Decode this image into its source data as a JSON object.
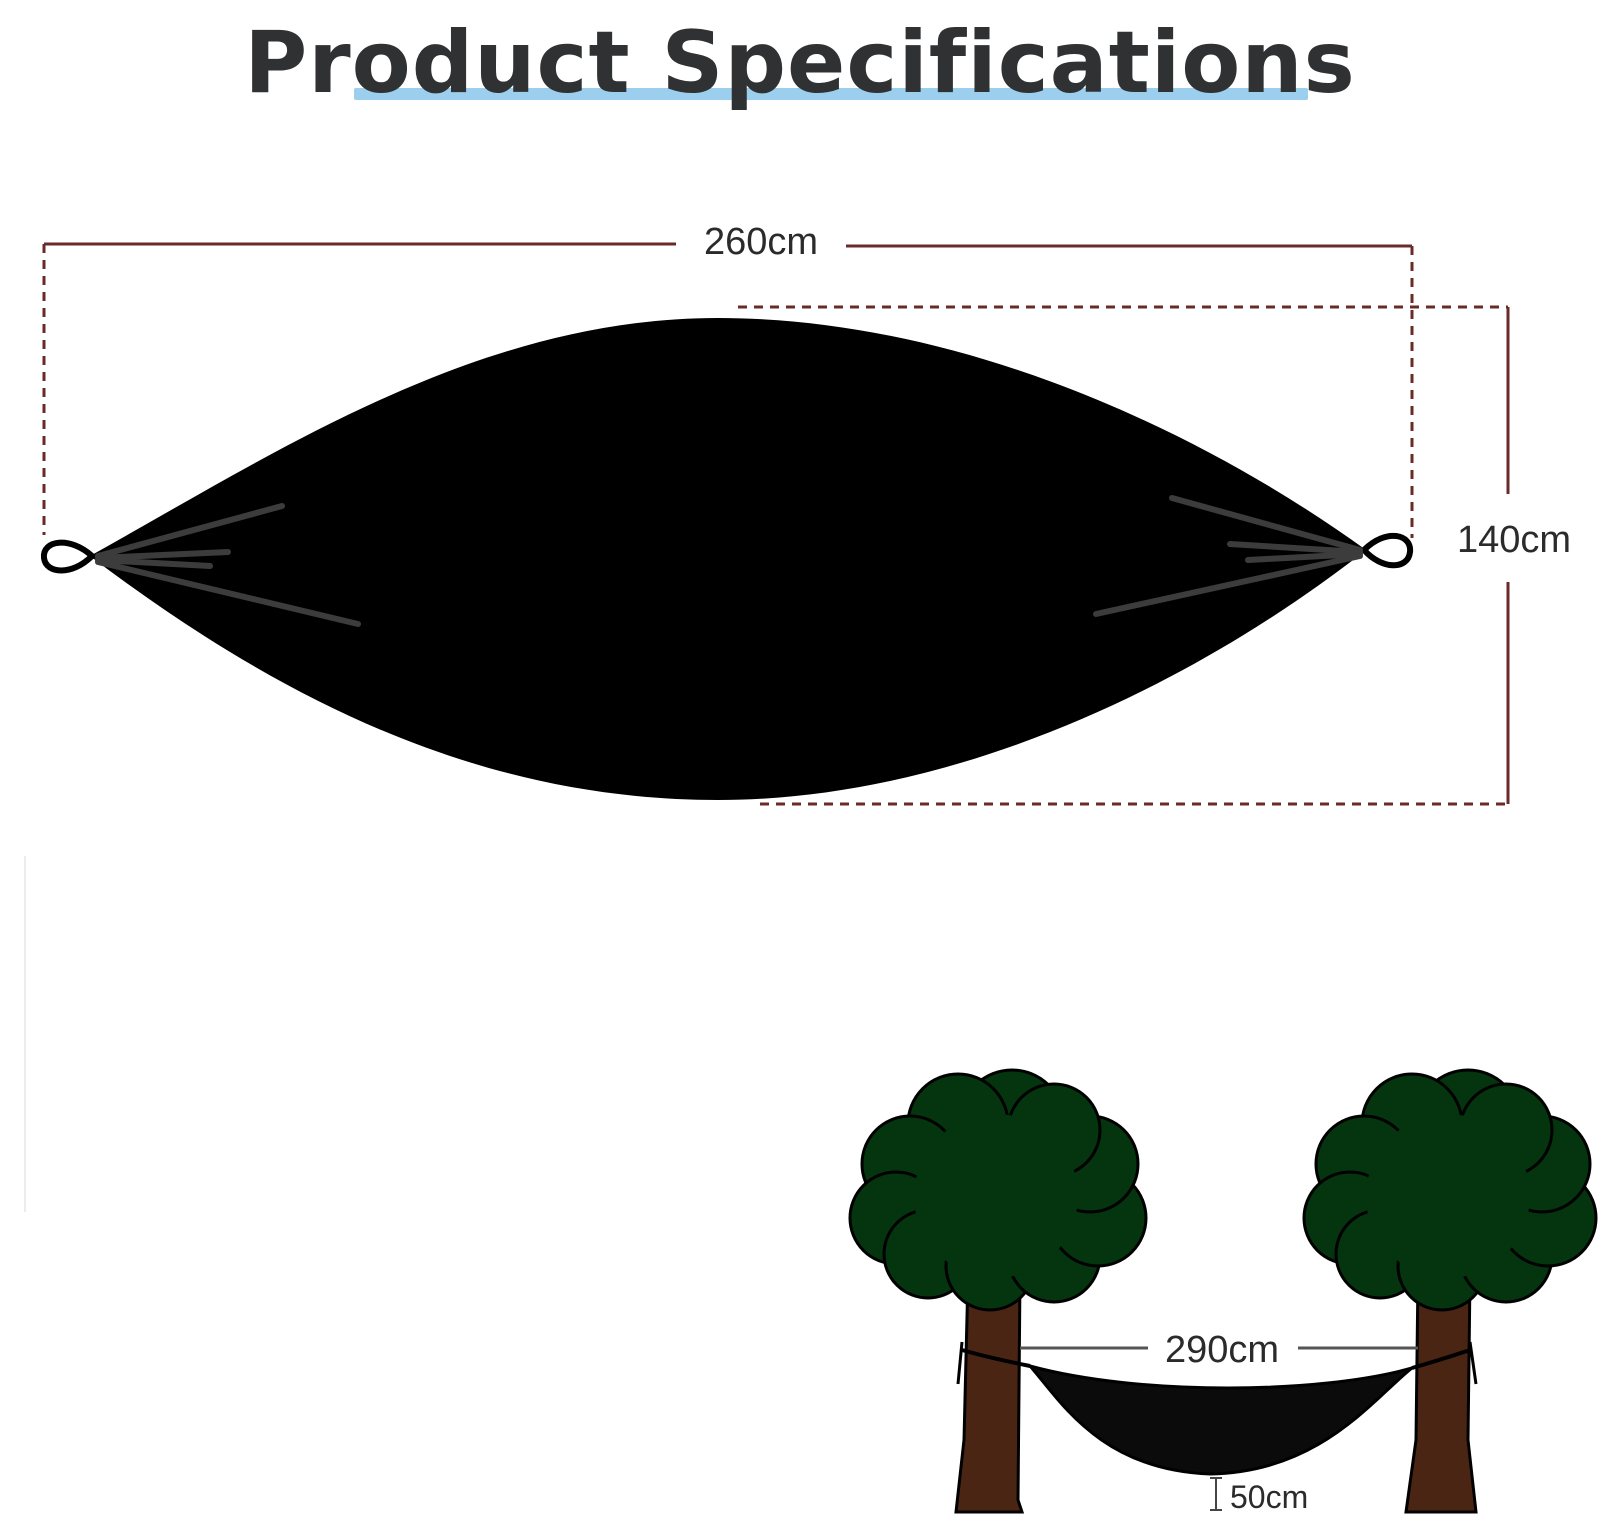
{
  "title": "Product Specifications",
  "dimensions": {
    "length": "260cm",
    "width": "140cm",
    "hanging_distance": "290cm",
    "ground_clearance": "50cm"
  },
  "colors": {
    "title_text": "#2f3133",
    "title_highlight": "#9ccfee",
    "dimension_line": "#6b2a2a",
    "hammock": "#000000",
    "tree_canopy": "#04350f",
    "tree_trunk": "#4a2513"
  },
  "icons": {
    "hammock_top_view": "hammock-top-view-icon",
    "tree_left": "tree-icon",
    "tree_right": "tree-icon",
    "hammock_side_view": "hammock-side-view-icon"
  }
}
